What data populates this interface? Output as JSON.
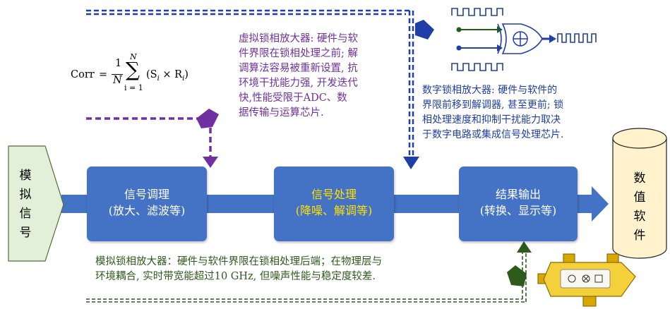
{
  "formula": {
    "lhs": "Corr",
    "eq": "=",
    "num": "1",
    "den": "N",
    "upper": "N",
    "lower": "i = 1",
    "body": "(S",
    "s_sub": "i",
    "times": " × R",
    "r_sub": "i",
    "close": ")"
  },
  "input_signal": {
    "chars": [
      "模",
      "拟",
      "信",
      "号"
    ]
  },
  "output_software": {
    "chars": [
      "数",
      "值",
      "软",
      "件"
    ]
  },
  "blocks": {
    "conditioning": {
      "title": "信号调理",
      "subtitle": "(放大、滤波等)"
    },
    "processing": {
      "title": "信号处理",
      "subtitle": "(降噪、解调等)"
    },
    "output": {
      "title": "结果输出",
      "subtitle": "(转换、显示等)"
    }
  },
  "notes": {
    "virtual": [
      "虚拟锁相放大器: 硬件与软",
      "件界限在锁相处理之前; 解",
      "调算法容易被重新设置, 抗",
      "环境干扰能力强, 开发迭代",
      "快,性能受限于ADC、数",
      "据传输与运算芯片."
    ],
    "digital": [
      "数字锁相放大器: 硬件与软件的",
      "界限前移到解调器, 甚至更前; 锁",
      "相处理速度和抑制干扰能力取决",
      "于数字电路或集成信号处理芯片."
    ],
    "analog": [
      "模拟锁相放大器：硬件与软件界限在锁相处理后端；在物理层与",
      "环境耦合, 实时带宽能超过10 GHz, 但噪声性能与稳定度较差."
    ]
  },
  "colors": {
    "block": "#4472c4",
    "arrow": "#4472c4",
    "virtual": "#7030a0",
    "digital": "#1f3ea6",
    "analog": "#2e5a1c",
    "input_fill": "#e2efd9",
    "software_fill": "#fff2cc"
  },
  "icons": [
    "xor-gate-icon",
    "square-wave-icon",
    "lock-in-module-icon",
    "cylinder-icon"
  ]
}
